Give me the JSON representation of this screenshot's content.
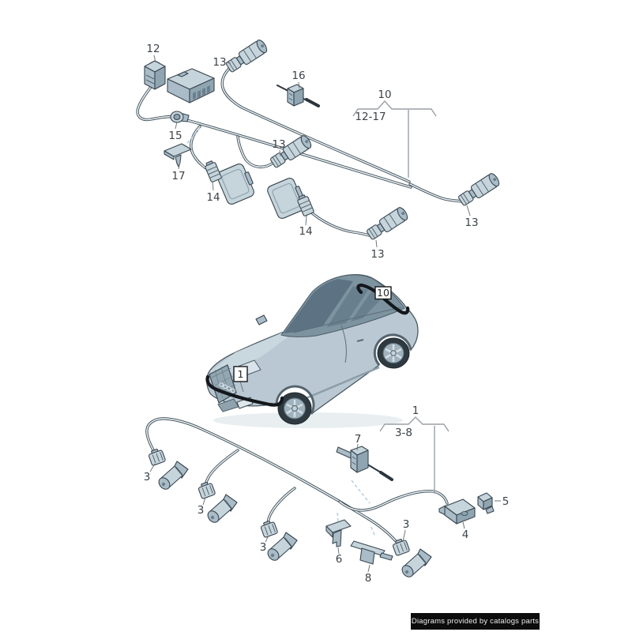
{
  "badge": {
    "text": "Diagrams provided by catalogs parts",
    "bg": "#0c0c0c",
    "fg": "#ececec"
  },
  "part_callouts": {
    "c12": "12",
    "c13_top": "13",
    "c16": "16",
    "c15": "15",
    "c17": "17",
    "c14_left": "14",
    "c13_mid": "13",
    "c14_right": "14",
    "c13_lower": "13",
    "c13_right": "13",
    "c3_1": "3",
    "c3_2": "3",
    "c3_3": "3",
    "c3_4": "3",
    "c7": "7",
    "c6": "6",
    "c8": "8",
    "c4": "4",
    "c5": "5"
  },
  "group_callouts": {
    "top": {
      "label": "10",
      "range": "12-17"
    },
    "bottom": {
      "label": "1",
      "range": "3-8"
    }
  },
  "car_markers": {
    "front": "1",
    "rear": "10"
  },
  "colors": {
    "wire": "#43535d",
    "part_fill": "#c6d4dc",
    "car_body": "#b9c8d2",
    "glass": "#5d7383",
    "harness_bold": "#14181c",
    "dashed_leader": "#abc9da",
    "label_text": "#3c4348"
  }
}
